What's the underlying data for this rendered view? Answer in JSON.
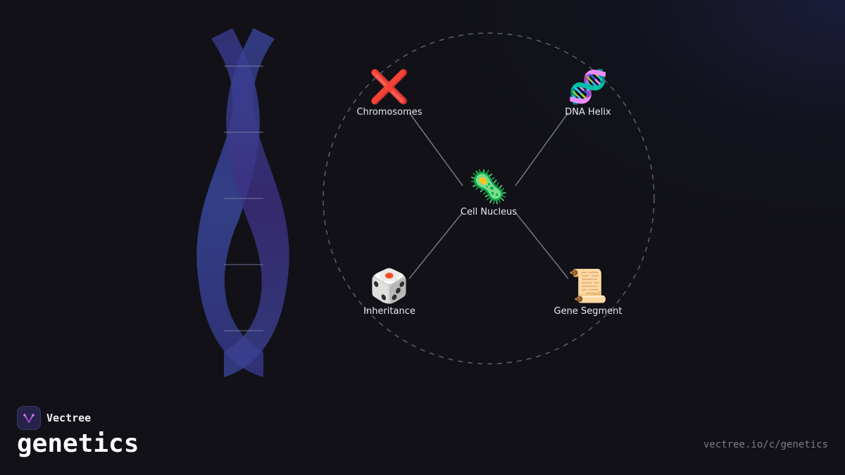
{
  "diagram": {
    "center": {
      "label": "Cell Nucleus",
      "icon": "microbe-icon",
      "emoji": "🦠"
    },
    "nodes": [
      {
        "label": "Chromosomes",
        "icon": "cross-mark-icon",
        "emoji": "❌"
      },
      {
        "label": "DNA Helix",
        "icon": "dna-icon",
        "emoji": "🧬"
      },
      {
        "label": "Inheritance",
        "icon": "dice-icon",
        "emoji": "🎲"
      },
      {
        "label": "Gene Segment",
        "icon": "scroll-icon",
        "emoji": "📜"
      }
    ]
  },
  "brand": {
    "name": "Vectree",
    "logo": "vectree-logo-icon"
  },
  "topic": "genetics",
  "url": "vectree.io/c/genetics",
  "colors": {
    "background": "#111117",
    "ring": "#5a6070",
    "connector": "#6f7a8c",
    "helix_blue": "#3a4fa8",
    "helix_purple": "#4a3590"
  }
}
